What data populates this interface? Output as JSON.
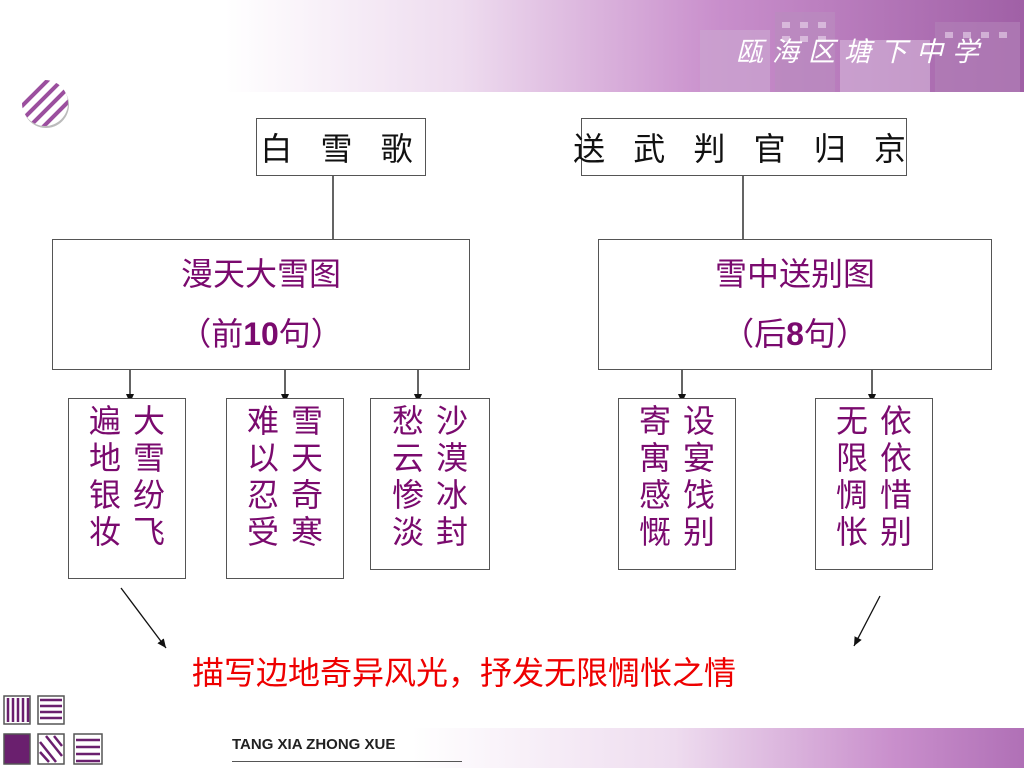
{
  "header": {
    "school_name": "瓯海区塘下中学"
  },
  "poems": {
    "left": {
      "title": "白 雪 歌",
      "scene_title": "漫天大雪图",
      "scene_range_open": "（前",
      "scene_range_num": "10",
      "scene_range_close": "句）",
      "phrases": [
        {
          "cols": [
            "大雪纷飞",
            "遍地银妆"
          ]
        },
        {
          "cols": [
            "雪天奇寒",
            "难以忍受"
          ]
        },
        {
          "cols": [
            "沙漠冰封",
            "愁云惨淡"
          ]
        }
      ]
    },
    "right": {
      "title": "送 武 判 官 归 京",
      "scene_title": "雪中送别图",
      "scene_range_open": "（后",
      "scene_range_num": "8",
      "scene_range_close": "句）",
      "phrases": [
        {
          "cols": [
            "设宴饯别",
            "寄寓感慨"
          ]
        },
        {
          "cols": [
            "依依惜别",
            "无限惆怅"
          ]
        }
      ]
    }
  },
  "summary": "描写边地奇异风光，抒发无限惆怅之情",
  "footer": {
    "text": "TANG XIA ZHONG XUE"
  },
  "colors": {
    "phrase": "#7a0a6e",
    "summary": "#ee0000",
    "band": "#c98fcc"
  }
}
